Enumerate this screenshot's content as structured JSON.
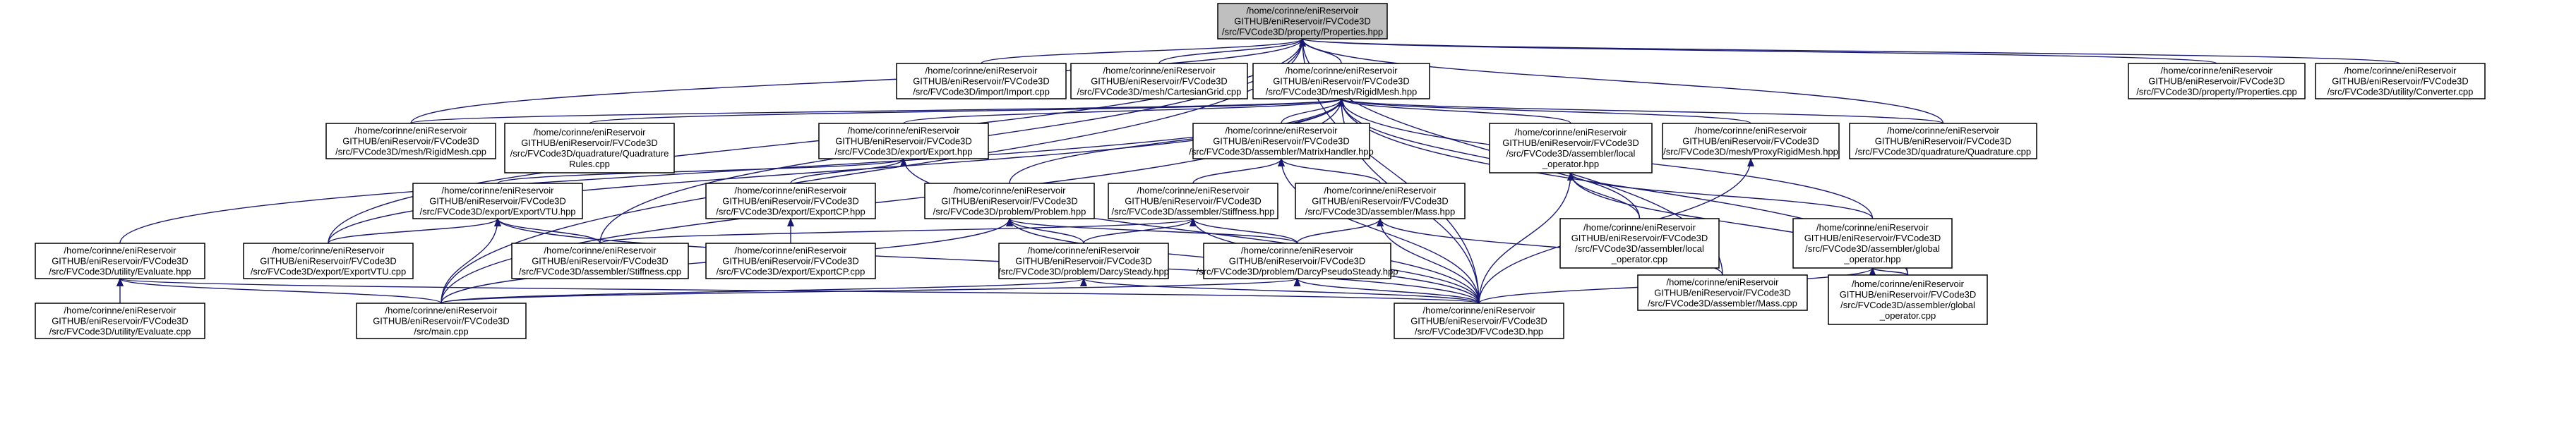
{
  "graph": {
    "edge_color": "#191970",
    "root_fill": "#bfbfbf",
    "nodes": {
      "properties_hpp": [
        "/home/corinne/eniReservoir",
        "GITHUB/eniReservoir/FVCode3D",
        "/src/FVCode3D/property/Properties.hpp"
      ],
      "import_cpp": [
        "/home/corinne/eniReservoir",
        "GITHUB/eniReservoir/FVCode3D",
        "/src/FVCode3D/import/Import.cpp"
      ],
      "cartesiangrid_cpp": [
        "/home/corinne/eniReservoir",
        "GITHUB/eniReservoir/FVCode3D",
        "/src/FVCode3D/mesh/CartesianGrid.cpp"
      ],
      "rigidmesh_hpp": [
        "/home/corinne/eniReservoir",
        "GITHUB/eniReservoir/FVCode3D",
        "/src/FVCode3D/mesh/RigidMesh.hpp"
      ],
      "properties_cpp": [
        "/home/corinne/eniReservoir",
        "GITHUB/eniReservoir/FVCode3D",
        "/src/FVCode3D/property/Properties.cpp"
      ],
      "converter_cpp": [
        "/home/corinne/eniReservoir",
        "GITHUB/eniReservoir/FVCode3D",
        "/src/FVCode3D/utility/Converter.cpp"
      ],
      "rigidmesh_cpp": [
        "/home/corinne/eniReservoir",
        "GITHUB/eniReservoir/FVCode3D",
        "/src/FVCode3D/mesh/RigidMesh.cpp"
      ],
      "quadraturerules_cpp": [
        "/home/corinne/eniReservoir",
        "GITHUB/eniReservoir/FVCode3D",
        "/src/FVCode3D/quadrature/Quadrature",
        "Rules.cpp"
      ],
      "export_hpp": [
        "/home/corinne/eniReservoir",
        "GITHUB/eniReservoir/FVCode3D",
        "/src/FVCode3D/export/Export.hpp"
      ],
      "matrixhandler_hpp": [
        "/home/corinne/eniReservoir",
        "GITHUB/eniReservoir/FVCode3D",
        "/src/FVCode3D/assembler/MatrixHandler.hpp"
      ],
      "local_operator_hpp": [
        "/home/corinne/eniReservoir",
        "GITHUB/eniReservoir/FVCode3D",
        "/src/FVCode3D/assembler/local",
        "_operator.hpp"
      ],
      "proxyrigidmesh_hpp": [
        "/home/corinne/eniReservoir",
        "GITHUB/eniReservoir/FVCode3D",
        "/src/FVCode3D/mesh/ProxyRigidMesh.hpp"
      ],
      "quadrature_cpp": [
        "/home/corinne/eniReservoir",
        "GITHUB/eniReservoir/FVCode3D",
        "/src/FVCode3D/quadrature/Quadrature.cpp"
      ],
      "exportvtu_hpp": [
        "/home/corinne/eniReservoir",
        "GITHUB/eniReservoir/FVCode3D",
        "/src/FVCode3D/export/ExportVTU.hpp"
      ],
      "exportcp_hpp": [
        "/home/corinne/eniReservoir",
        "GITHUB/eniReservoir/FVCode3D",
        "/src/FVCode3D/export/ExportCP.hpp"
      ],
      "problem_hpp": [
        "/home/corinne/eniReservoir",
        "GITHUB/eniReservoir/FVCode3D",
        "/src/FVCode3D/problem/Problem.hpp"
      ],
      "stiffness_hpp": [
        "/home/corinne/eniReservoir",
        "GITHUB/eniReservoir/FVCode3D",
        "/src/FVCode3D/assembler/Stiffness.hpp"
      ],
      "mass_hpp": [
        "/home/corinne/eniReservoir",
        "GITHUB/eniReservoir/FVCode3D",
        "/src/FVCode3D/assembler/Mass.hpp"
      ],
      "local_operator_cpp": [
        "/home/corinne/eniReservoir",
        "GITHUB/eniReservoir/FVCode3D",
        "/src/FVCode3D/assembler/local",
        "_operator.cpp"
      ],
      "global_operator_hpp": [
        "/home/corinne/eniReservoir",
        "GITHUB/eniReservoir/FVCode3D",
        "/src/FVCode3D/assembler/global",
        "_operator.hpp"
      ],
      "evaluate_hpp": [
        "/home/corinne/eniReservoir",
        "GITHUB/eniReservoir/FVCode3D",
        "/src/FVCode3D/utility/Evaluate.hpp"
      ],
      "exportvtu_cpp": [
        "/home/corinne/eniReservoir",
        "GITHUB/eniReservoir/FVCode3D",
        "/src/FVCode3D/export/ExportVTU.cpp"
      ],
      "stiffness_cpp": [
        "/home/corinne/eniReservoir",
        "GITHUB/eniReservoir/FVCode3D",
        "/src/FVCode3D/assembler/Stiffness.cpp"
      ],
      "exportcp_cpp": [
        "/home/corinne/eniReservoir",
        "GITHUB/eniReservoir/FVCode3D",
        "/src/FVCode3D/export/ExportCP.cpp"
      ],
      "darcysteady_hpp": [
        "/home/corinne/eniReservoir",
        "GITHUB/eniReservoir/FVCode3D",
        "/src/FVCode3D/problem/DarcySteady.hpp"
      ],
      "darcypseudosteady_hpp": [
        "/home/corinne/eniReservoir",
        "GITHUB/eniReservoir/FVCode3D",
        "/src/FVCode3D/problem/DarcyPseudoSteady.hpp"
      ],
      "mass_cpp": [
        "/home/corinne/eniReservoir",
        "GITHUB/eniReservoir/FVCode3D",
        "/src/FVCode3D/assembler/Mass.cpp"
      ],
      "global_operator_cpp": [
        "/home/corinne/eniReservoir",
        "GITHUB/eniReservoir/FVCode3D",
        "/src/FVCode3D/assembler/global",
        "_operator.cpp"
      ],
      "evaluate_cpp": [
        "/home/corinne/eniReservoir",
        "GITHUB/eniReservoir/FVCode3D",
        "/src/FVCode3D/utility/Evaluate.cpp"
      ],
      "main_cpp": [
        "/home/corinne/eniReservoir",
        "GITHUB/eniReservoir/FVCode3D",
        "/src/main.cpp"
      ],
      "fvcode3d_hpp": [
        "/home/corinne/eniReservoir",
        "GITHUB/eniReservoir/FVCode3D",
        "/src/FVCode3D/FVCode3D.hpp"
      ]
    },
    "edges": [
      [
        "import_cpp",
        "properties_hpp"
      ],
      [
        "cartesiangrid_cpp",
        "properties_hpp"
      ],
      [
        "rigidmesh_hpp",
        "properties_hpp"
      ],
      [
        "properties_cpp",
        "properties_hpp"
      ],
      [
        "converter_cpp",
        "properties_hpp"
      ],
      [
        "rigidmesh_cpp",
        "properties_hpp"
      ],
      [
        "quadrature_cpp",
        "properties_hpp"
      ],
      [
        "exportvtu_cpp",
        "properties_hpp"
      ],
      [
        "stiffness_cpp",
        "properties_hpp"
      ],
      [
        "main_cpp",
        "properties_hpp"
      ],
      [
        "mass_cpp",
        "properties_hpp"
      ],
      [
        "fvcode3d_hpp",
        "properties_hpp"
      ],
      [
        "rigidmesh_cpp",
        "rigidmesh_hpp"
      ],
      [
        "quadraturerules_cpp",
        "rigidmesh_hpp"
      ],
      [
        "export_hpp",
        "rigidmesh_hpp"
      ],
      [
        "matrixhandler_hpp",
        "rigidmesh_hpp"
      ],
      [
        "local_operator_hpp",
        "rigidmesh_hpp"
      ],
      [
        "proxyrigidmesh_hpp",
        "rigidmesh_hpp"
      ],
      [
        "quadrature_cpp",
        "rigidmesh_hpp"
      ],
      [
        "problem_hpp",
        "rigidmesh_hpp"
      ],
      [
        "local_operator_cpp",
        "rigidmesh_hpp"
      ],
      [
        "global_operator_hpp",
        "rigidmesh_hpp"
      ],
      [
        "global_operator_cpp",
        "rigidmesh_hpp"
      ],
      [
        "evaluate_hpp",
        "rigidmesh_hpp"
      ],
      [
        "exportvtu_cpp",
        "rigidmesh_hpp"
      ],
      [
        "main_cpp",
        "rigidmesh_hpp"
      ],
      [
        "fvcode3d_hpp",
        "rigidmesh_hpp"
      ],
      [
        "exportvtu_hpp",
        "export_hpp"
      ],
      [
        "exportcp_hpp",
        "export_hpp"
      ],
      [
        "fvcode3d_hpp",
        "export_hpp"
      ],
      [
        "stiffness_hpp",
        "matrixhandler_hpp"
      ],
      [
        "mass_hpp",
        "matrixhandler_hpp"
      ],
      [
        "fvcode3d_hpp",
        "matrixhandler_hpp"
      ],
      [
        "local_operator_cpp",
        "local_operator_hpp"
      ],
      [
        "global_operator_hpp",
        "local_operator_hpp"
      ],
      [
        "global_operator_cpp",
        "local_operator_hpp"
      ],
      [
        "fvcode3d_hpp",
        "local_operator_hpp"
      ],
      [
        "fvcode3d_hpp",
        "proxyrigidmesh_hpp"
      ],
      [
        "exportvtu_cpp",
        "exportvtu_hpp"
      ],
      [
        "stiffness_cpp",
        "exportvtu_hpp"
      ],
      [
        "main_cpp",
        "exportvtu_hpp"
      ],
      [
        "fvcode3d_hpp",
        "exportvtu_hpp"
      ],
      [
        "exportcp_cpp",
        "exportcp_hpp"
      ],
      [
        "darcysteady_hpp",
        "problem_hpp"
      ],
      [
        "darcypseudosteady_hpp",
        "problem_hpp"
      ],
      [
        "main_cpp",
        "problem_hpp"
      ],
      [
        "fvcode3d_hpp",
        "problem_hpp"
      ],
      [
        "stiffness_cpp",
        "stiffness_hpp"
      ],
      [
        "darcysteady_hpp",
        "stiffness_hpp"
      ],
      [
        "darcypseudosteady_hpp",
        "stiffness_hpp"
      ],
      [
        "fvcode3d_hpp",
        "stiffness_hpp"
      ],
      [
        "mass_cpp",
        "mass_hpp"
      ],
      [
        "darcypseudosteady_hpp",
        "mass_hpp"
      ],
      [
        "fvcode3d_hpp",
        "mass_hpp"
      ],
      [
        "global_operator_cpp",
        "global_operator_hpp"
      ],
      [
        "fvcode3d_hpp",
        "global_operator_hpp"
      ],
      [
        "evaluate_cpp",
        "evaluate_hpp"
      ],
      [
        "main_cpp",
        "evaluate_hpp"
      ],
      [
        "fvcode3d_hpp",
        "evaluate_hpp"
      ],
      [
        "main_cpp",
        "darcysteady_hpp"
      ],
      [
        "fvcode3d_hpp",
        "darcysteady_hpp"
      ],
      [
        "main_cpp",
        "darcypseudosteady_hpp"
      ],
      [
        "fvcode3d_hpp",
        "darcypseudosteady_hpp"
      ]
    ]
  }
}
